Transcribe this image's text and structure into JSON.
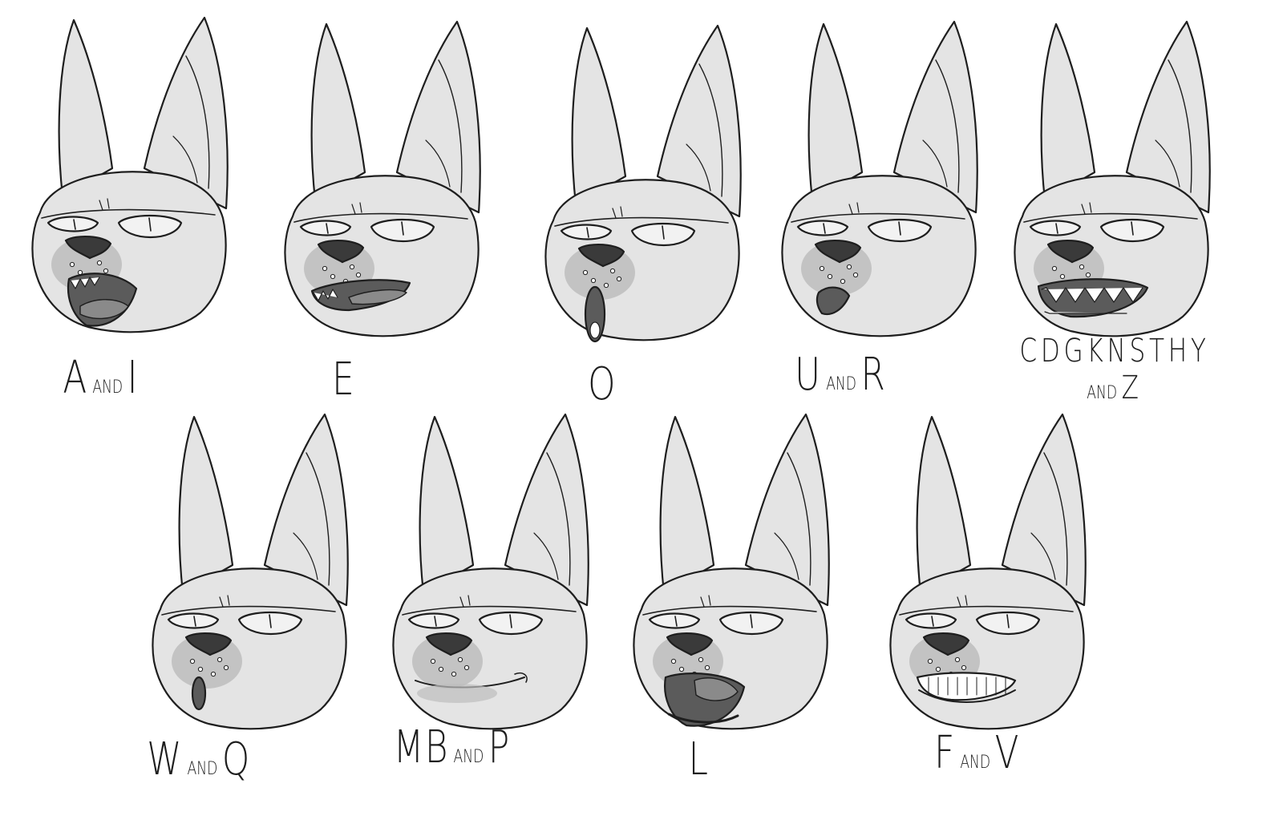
{
  "sheet": {
    "background": "#ffffff",
    "line_color": "#1e1e1e",
    "fur_color": "#e4e4e4",
    "muzzle_color": "#bdbdbd",
    "nose_color": "#3a3a3a",
    "mouth_color": "#5b5b5b",
    "tongue_color": "#8a8a8a"
  },
  "phonemes": [
    {
      "id": "a-i",
      "mouth": "open-wide",
      "parts": [
        "A",
        "AND",
        "I"
      ]
    },
    {
      "id": "e",
      "mouth": "open-side",
      "parts": [
        "E"
      ]
    },
    {
      "id": "o",
      "mouth": "round",
      "parts": [
        "O"
      ]
    },
    {
      "id": "u-r",
      "mouth": "pucker",
      "parts": [
        "U",
        "AND",
        "R"
      ]
    },
    {
      "id": "consonants",
      "mouth": "teeth",
      "parts": [
        "CDGKNSTHY",
        "AND",
        "Z"
      ]
    },
    {
      "id": "w-q",
      "mouth": "small-o",
      "parts": [
        "W",
        "AND",
        "Q"
      ]
    },
    {
      "id": "mbp",
      "mouth": "closed",
      "parts": [
        "MB",
        "AND",
        "P"
      ]
    },
    {
      "id": "l",
      "mouth": "tongue-up",
      "parts": [
        "L"
      ]
    },
    {
      "id": "f-v",
      "mouth": "bite-lip",
      "parts": [
        "F",
        "AND",
        "V"
      ]
    }
  ]
}
